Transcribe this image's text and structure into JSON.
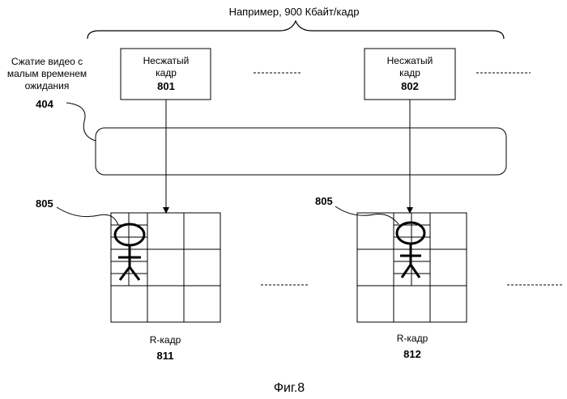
{
  "figure": {
    "top_annotation": "Например, 900 Кбайт/кадр",
    "side_label": {
      "line1": "Сжатие видео с",
      "line2": "малым временем",
      "line3": "ожидания",
      "ref": "404"
    },
    "frames_uncompressed": [
      {
        "line1": "Несжатый",
        "line2": "кадр",
        "ref": "801"
      },
      {
        "line1": "Несжатый",
        "line2": "кадр",
        "ref": "802"
      }
    ],
    "frames_r": [
      {
        "label": "R-кадр",
        "ref": "811",
        "callout": "805"
      },
      {
        "label": "R-кадр",
        "ref": "812",
        "callout": "805"
      }
    ],
    "caption": "Фиг.8"
  }
}
